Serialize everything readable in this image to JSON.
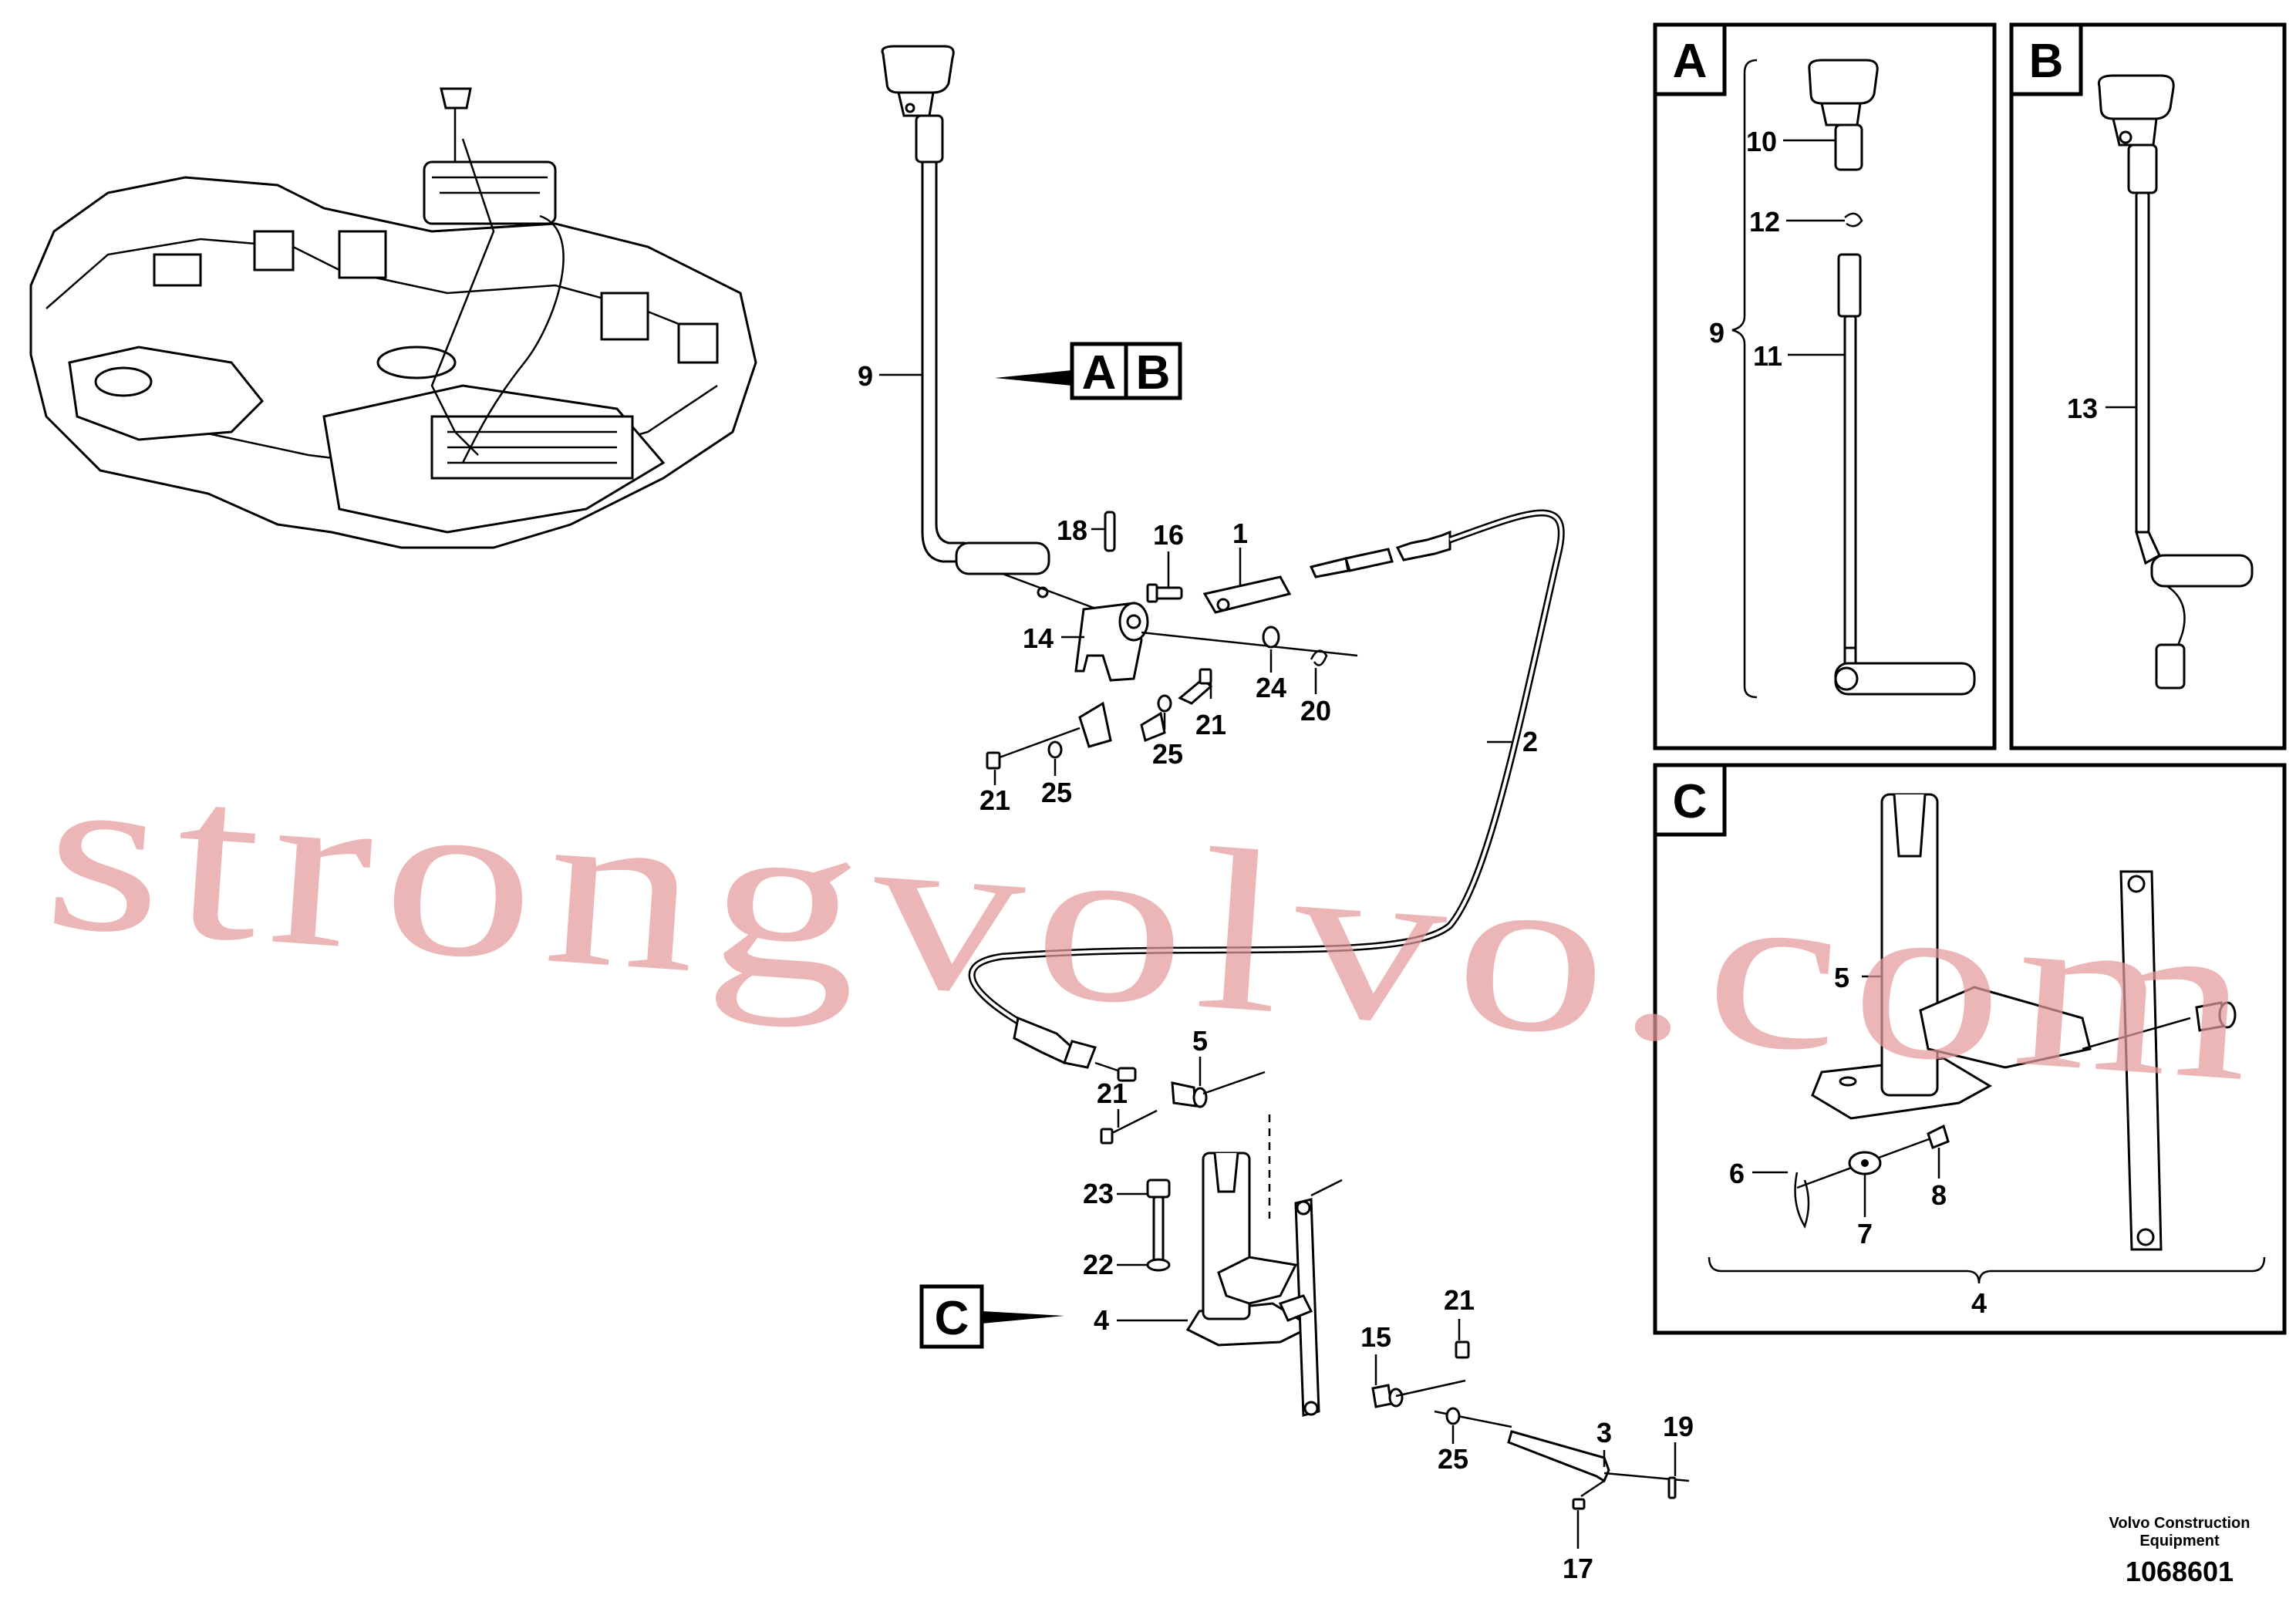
{
  "view_labels": {
    "combined_ref_a": "A",
    "combined_ref_b": "B",
    "ref_c": "C",
    "panel_a": "A",
    "panel_b": "B",
    "panel_c": "C"
  },
  "callouts": {
    "main": [
      "9",
      "18",
      "16",
      "1",
      "14",
      "24",
      "20",
      "21",
      "25",
      "21",
      "25",
      "2",
      "5",
      "21",
      "23",
      "22",
      "4",
      "21",
      "15",
      "25",
      "3",
      "19",
      "17"
    ],
    "panel_a": [
      "10",
      "12",
      "9",
      "11"
    ],
    "panel_b": [
      "13"
    ],
    "panel_c": [
      "5",
      "6",
      "7",
      "8",
      "4"
    ]
  },
  "watermark": "strongvolvo.com",
  "footer": {
    "company_line1": "Volvo Construction",
    "company_line2": "Equipment",
    "drawing_number": "1068601"
  }
}
